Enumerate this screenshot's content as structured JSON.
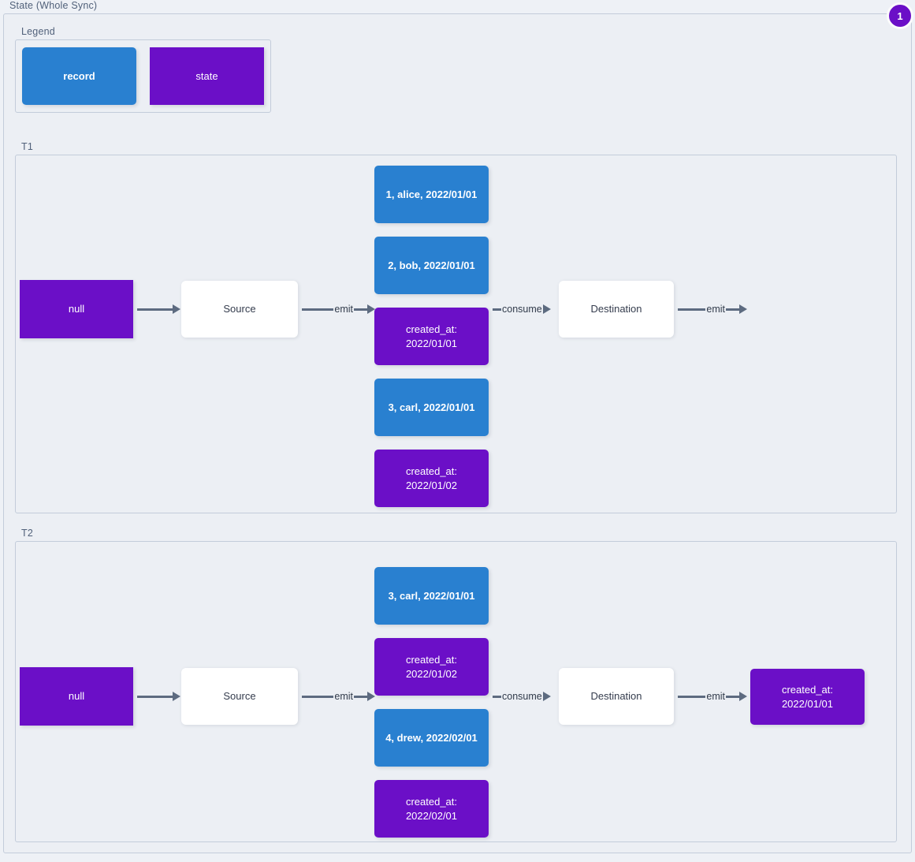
{
  "diagram": {
    "title": "State (Whole Sync)",
    "badge": "1",
    "colors": {
      "record": "#2980d0",
      "state": "#6b0fc7",
      "canvas": "#eceff4",
      "border": "#c3ccda",
      "arrow": "#5d6b80",
      "badge": "#6b0fc7"
    }
  },
  "legend": {
    "label": "Legend",
    "items": [
      {
        "label": "record",
        "kind": "record"
      },
      {
        "label": "state",
        "kind": "state"
      }
    ]
  },
  "sections": [
    {
      "label": "T1",
      "initial_state": "null",
      "source": "Source",
      "destination": "Destination",
      "edges": {
        "state_to_source": "",
        "source_emit": "emit",
        "consume": "consume",
        "dest_emit": "emit"
      },
      "stream": [
        {
          "kind": "record",
          "text": "1, alice, 2022/01/01"
        },
        {
          "kind": "record",
          "text": "2, bob, 2022/01/01"
        },
        {
          "kind": "state",
          "text": "created_at:\n2022/01/01"
        },
        {
          "kind": "record",
          "text": "3, carl, 2022/01/01"
        },
        {
          "kind": "state",
          "text": "created_at:\n2022/01/02"
        }
      ],
      "final_state": null
    },
    {
      "label": "T2",
      "initial_state": "null",
      "source": "Source",
      "destination": "Destination",
      "edges": {
        "state_to_source": "",
        "source_emit": "emit",
        "consume": "consume",
        "dest_emit": "emit"
      },
      "stream": [
        {
          "kind": "record",
          "text": "3, carl, 2022/01/01"
        },
        {
          "kind": "state",
          "text": "created_at:\n2022/01/02"
        },
        {
          "kind": "record",
          "text": "4, drew, 2022/02/01"
        },
        {
          "kind": "state",
          "text": "created_at:\n2022/02/01"
        }
      ],
      "final_state": "created_at:\n2022/01/01"
    }
  ]
}
